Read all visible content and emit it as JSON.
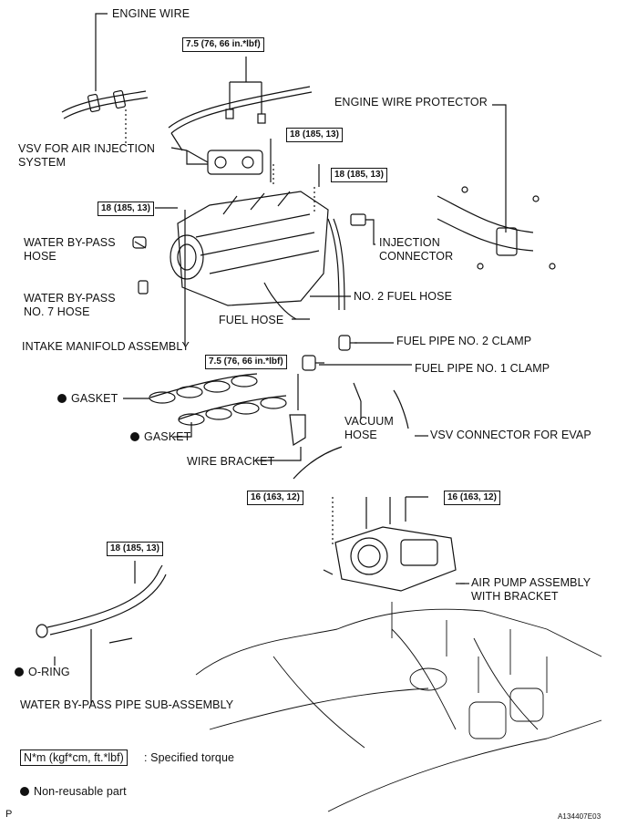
{
  "labels": {
    "engine_wire": "ENGINE WIRE",
    "engine_wire_protector": "ENGINE WIRE PROTECTOR",
    "vsv_air_injection_1": "VSV FOR AIR INJECTION",
    "vsv_air_injection_2": "SYSTEM",
    "water_bypass_hose_1": "WATER BY-PASS",
    "water_bypass_hose_2": "HOSE",
    "water_bypass_no7_1": "WATER BY-PASS",
    "water_bypass_no7_2": "NO. 7 HOSE",
    "injection_connector_1": "INJECTION",
    "injection_connector_2": "CONNECTOR",
    "no2_fuel_hose": "NO. 2 FUEL HOSE",
    "fuel_hose": "FUEL HOSE",
    "intake_manifold": "INTAKE MANIFOLD ASSEMBLY",
    "fuel_pipe_no2_clamp": "FUEL PIPE NO. 2 CLAMP",
    "fuel_pipe_no1_clamp": "FUEL PIPE NO. 1 CLAMP",
    "gasket_1": "GASKET",
    "gasket_2": "GASKET",
    "vacuum_hose_1": "VACUUM",
    "vacuum_hose_2": "HOSE",
    "vsv_connector_evap": "VSV CONNECTOR FOR EVAP",
    "wire_bracket": "WIRE BRACKET",
    "air_pump_1": "AIR PUMP ASSEMBLY",
    "air_pump_2": "WITH BRACKET",
    "o_ring": "O-RING",
    "water_bypass_pipe": "WATER BY-PASS PIPE SUB-ASSEMBLY"
  },
  "torques": {
    "t_top": "7.5 (76, 66 in.*lbf)",
    "t_vsv": "18 (185, 13)",
    "t_center": "18 (185, 13)",
    "t_left": "18 (185, 13)",
    "t_bracket": "7.5 (76, 66 in.*lbf)",
    "t_pump_left": "16 (163, 12)",
    "t_pump_right": "16 (163, 12)",
    "t_pipe": "18 (185, 13)"
  },
  "legend": {
    "torque_unit": "N*m (kgf*cm, ft.*lbf)",
    "torque_desc": ": Specified torque",
    "nonreusable": "Non-reusable part"
  },
  "footer": {
    "left": "P",
    "code": "A134407E03"
  }
}
